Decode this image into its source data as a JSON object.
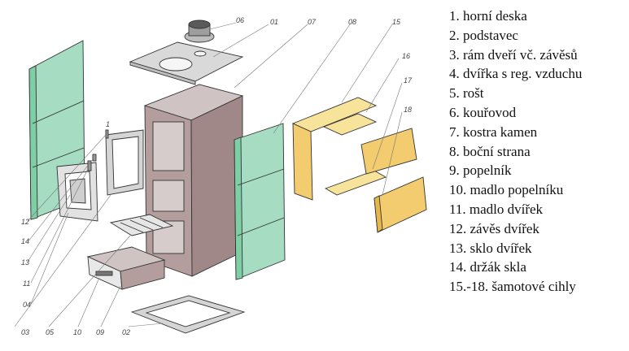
{
  "diagram": {
    "callouts": {
      "c01": "01",
      "c02": "02",
      "c03": "03",
      "c04": "04",
      "c05": "05",
      "c06": "06",
      "c07": "07",
      "c08": "08",
      "c09": "09",
      "c10": "10",
      "c11": "11",
      "c12": "12",
      "c13": "13",
      "c14": "14",
      "c15": "15",
      "c16": "16",
      "c17": "17",
      "c18": "18",
      "c_one": "1"
    }
  },
  "legend": {
    "items": [
      "1. horní deska",
      "2. podstavec",
      "3. rám dveří vč. závěsů",
      "4. dvířka s reg. vzduchu",
      "5. rošt",
      "6. kouřovod",
      "7. kostra kamen",
      "8. boční strana",
      "9. popelník",
      "10. madlo popelníku",
      "11. madlo dvířek",
      "12. závěs dvířek",
      "13. sklo dvířek",
      "14. držák skla",
      "15.-18. šamotové cihly"
    ]
  },
  "colors": {
    "tile_green": "#a5dcc2",
    "stove_body": "#b39d9d",
    "stove_inner": "#d6cccc",
    "fireclay_brick": "#f2cc6e",
    "fireclay_top": "#f8e39b",
    "metal_grey": "#d5d5d5"
  }
}
